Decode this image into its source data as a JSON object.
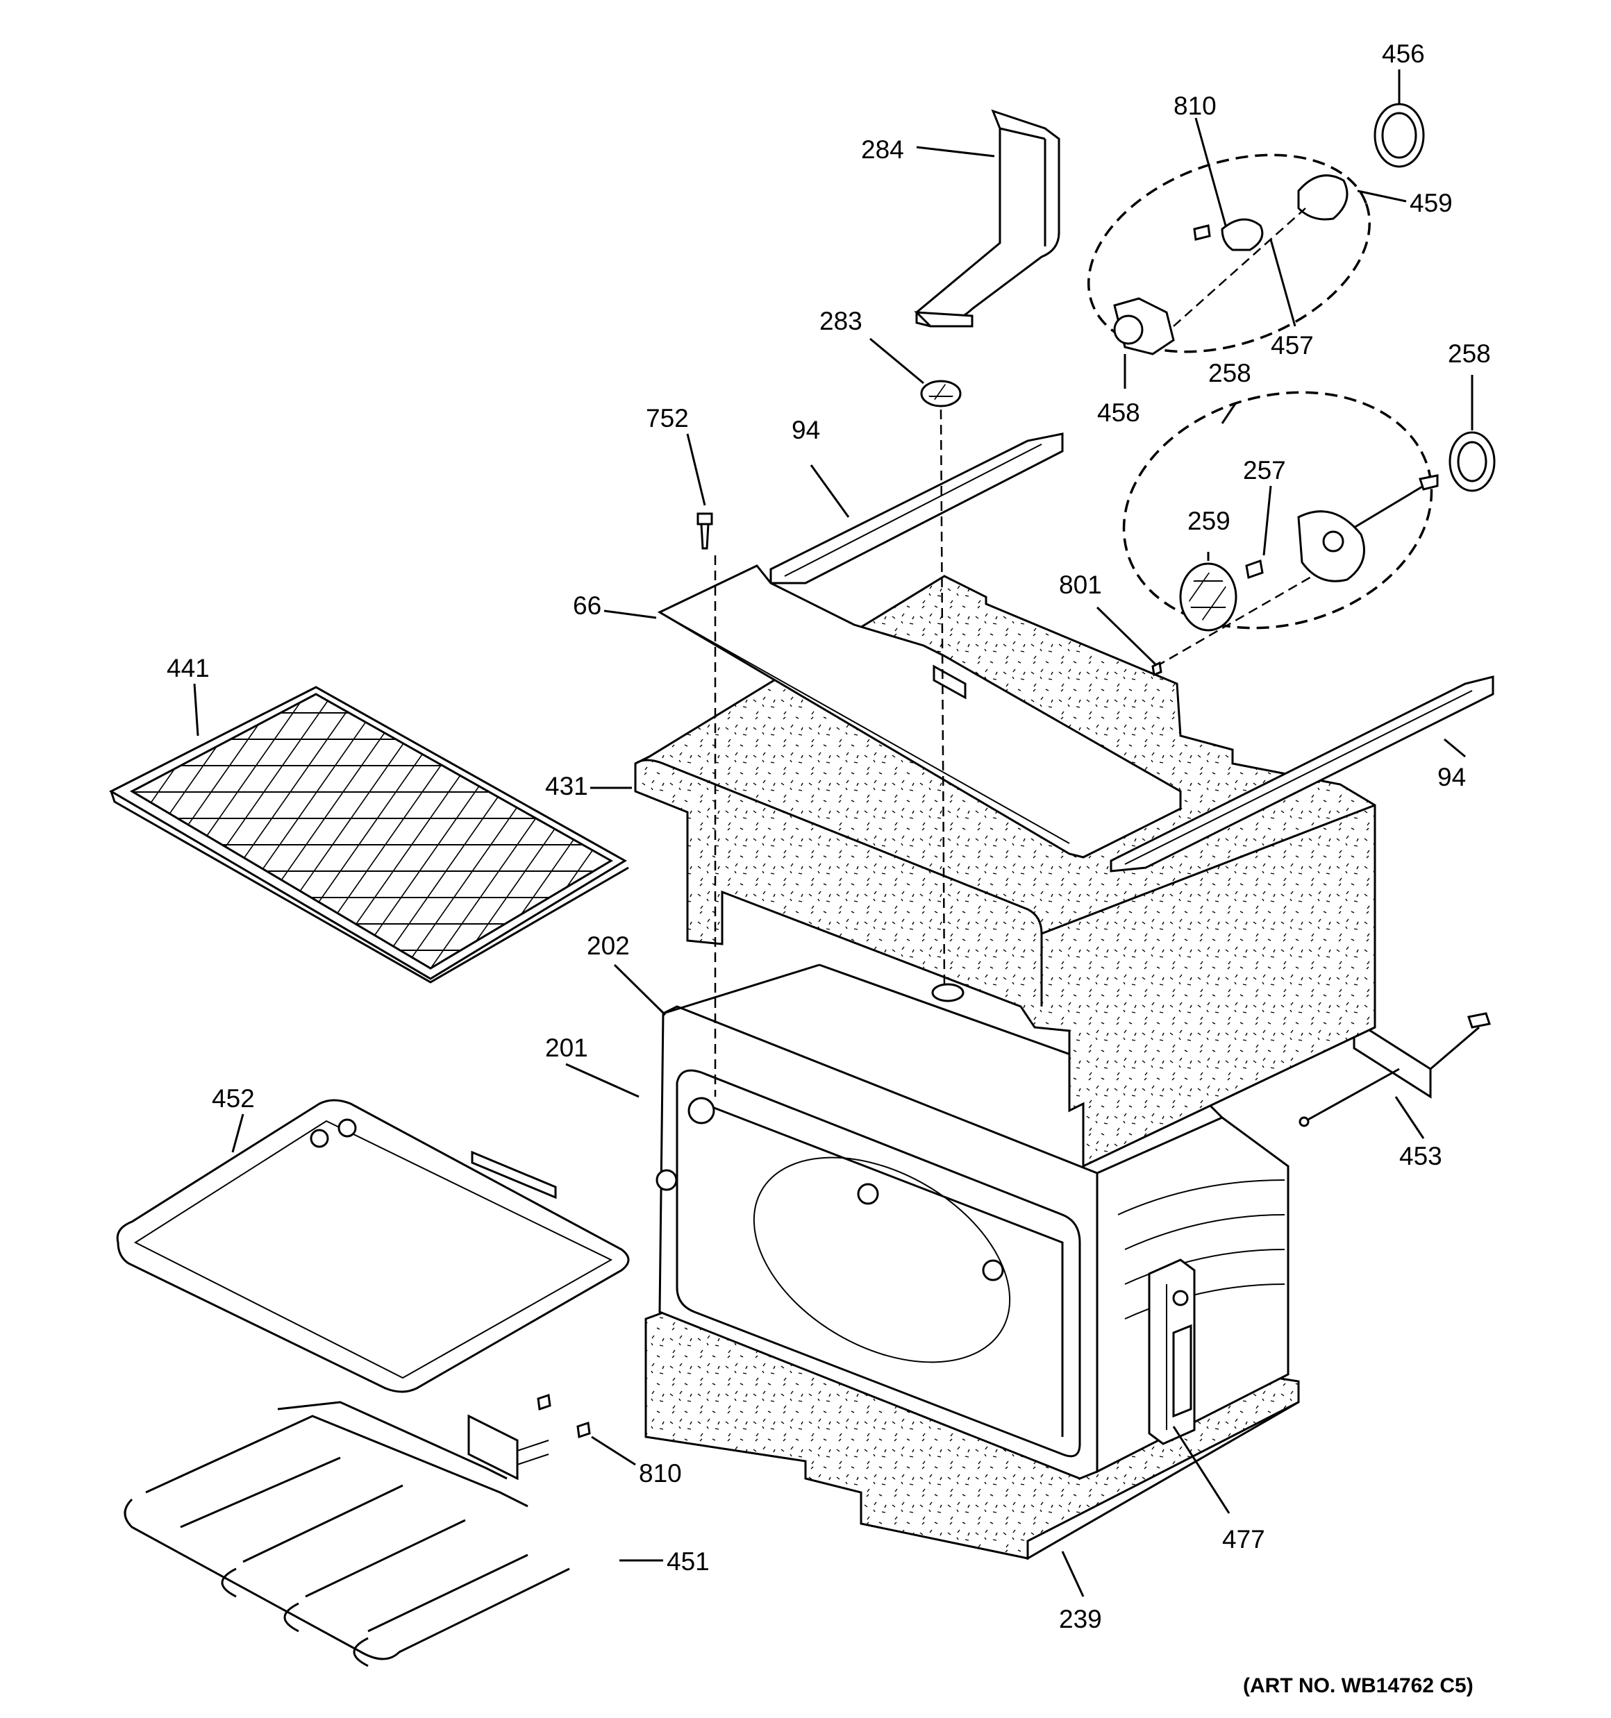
{
  "diagram": {
    "labels": [
      "456",
      "810",
      "284",
      "459",
      "283",
      "457",
      "458",
      "258",
      "258",
      "752",
      "94",
      "257",
      "259",
      "801",
      "66",
      "441",
      "94",
      "431",
      "202",
      "201",
      "453",
      "452",
      "810",
      "451",
      "477",
      "239"
    ],
    "art_number": "(ART NO. WB14762 C5)"
  }
}
